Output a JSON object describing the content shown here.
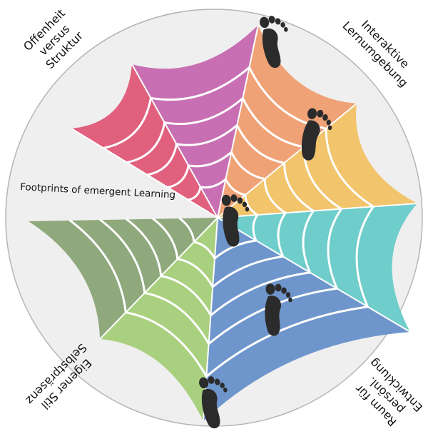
{
  "diagram": {
    "center_label": "Footprints of emergent Learning",
    "segments": [
      {
        "id": "top-left-pink",
        "color": "#e0607e",
        "label_lines": []
      },
      {
        "id": "top-magenta",
        "color": "#c86fb3",
        "label_lines": []
      },
      {
        "id": "top-right-orange",
        "color": "#f0a277",
        "label_lines": []
      },
      {
        "id": "right-yellow",
        "color": "#f2c46b",
        "label_lines": []
      },
      {
        "id": "right-teal",
        "color": "#6fcdcb",
        "label_lines": []
      },
      {
        "id": "bottom-blue",
        "color": "#6f96cc",
        "label_lines": []
      },
      {
        "id": "bottom-left-green",
        "color": "#a8d07e",
        "label_lines": []
      },
      {
        "id": "left-olive",
        "color": "#8fa87c",
        "label_lines": []
      }
    ],
    "outer_labels": [
      {
        "id": "offenheit",
        "lines": [
          "Offenheit",
          "versus",
          "Struktur"
        ]
      },
      {
        "id": "interaktive",
        "lines": [
          "Interaktive",
          "Lernumgebung"
        ]
      },
      {
        "id": "raum",
        "lines": [
          "Raum für",
          "persönl.",
          "Entwicklung"
        ]
      },
      {
        "id": "eigener",
        "lines": [
          "Eigener Stil",
          "Selbstpräsenz"
        ]
      }
    ],
    "footprint_color": "#2b2b2b",
    "circle_fill": "#efefef",
    "web_line_color": "#ffffff"
  }
}
